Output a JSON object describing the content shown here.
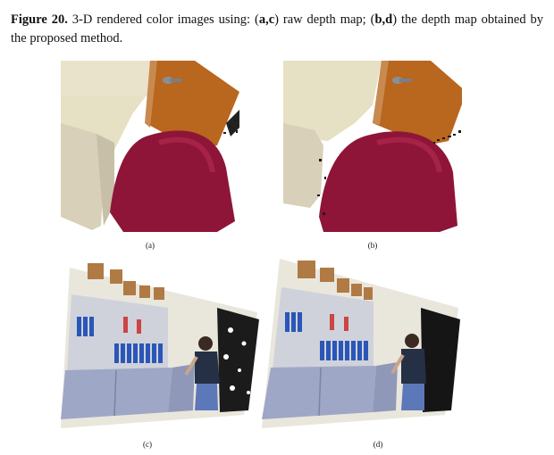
{
  "caption": {
    "figure_label": "Figure 20.",
    "text_1": " 3-D rendered color images using: (",
    "ac": "a,c",
    "text_2": ") raw depth map; (",
    "bd": "b,d",
    "text_3": ") the depth map obtained by the proposed method."
  },
  "panels": [
    {
      "label": "(a)"
    },
    {
      "label": "(b)"
    },
    {
      "label": "(c)"
    },
    {
      "label": "(d)"
    }
  ],
  "colors": {
    "wall": "#e7e2c6",
    "door": "#b9661f",
    "chair": "#8e1538",
    "cabinet": "#9ea7c6",
    "binder_blue": "#2a56b8",
    "box_brown": "#b07a45"
  }
}
